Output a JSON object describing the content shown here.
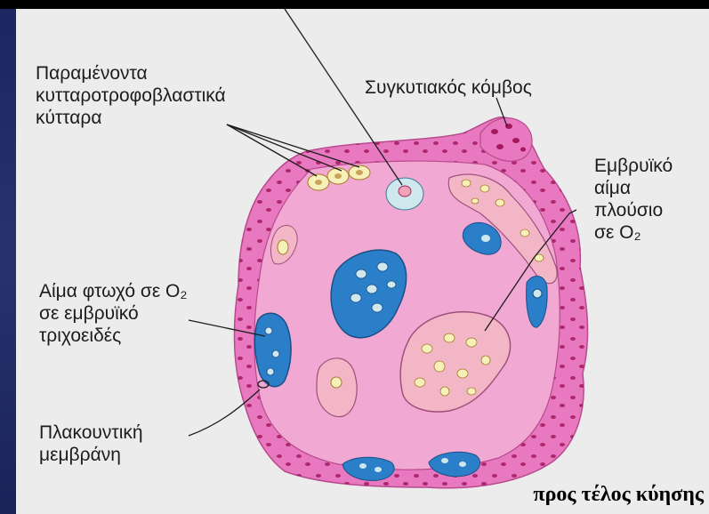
{
  "labels": {
    "residual_cytotrophoblast": "Παραμένοντα\nκυτταροτροφοβλαστικά\nκύτταρα",
    "syncytial_knot": "Συγκυτιακός κόμβος",
    "fetal_blood_rich_o2": "Εμβρυϊκό\nαίμα\nπλούσιο\nσε O₂",
    "blood_poor_o2": "Αίμα φτωχό σε O₂\nσε εμβρυϊκό\nτριχοειδές",
    "placental_membrane": "Πλακουντική\nμεμβράνη"
  },
  "caption": "προς τέλος κύησης",
  "colors": {
    "villus_fill": "#f1a9d3",
    "syncytium": "#e879c0",
    "nucleus": "#a3195b",
    "fetal_rbc_area": "#f2b6c6",
    "capillary_blue": "#2b7fc8",
    "capillary_light": "#cfe8ee"
  }
}
